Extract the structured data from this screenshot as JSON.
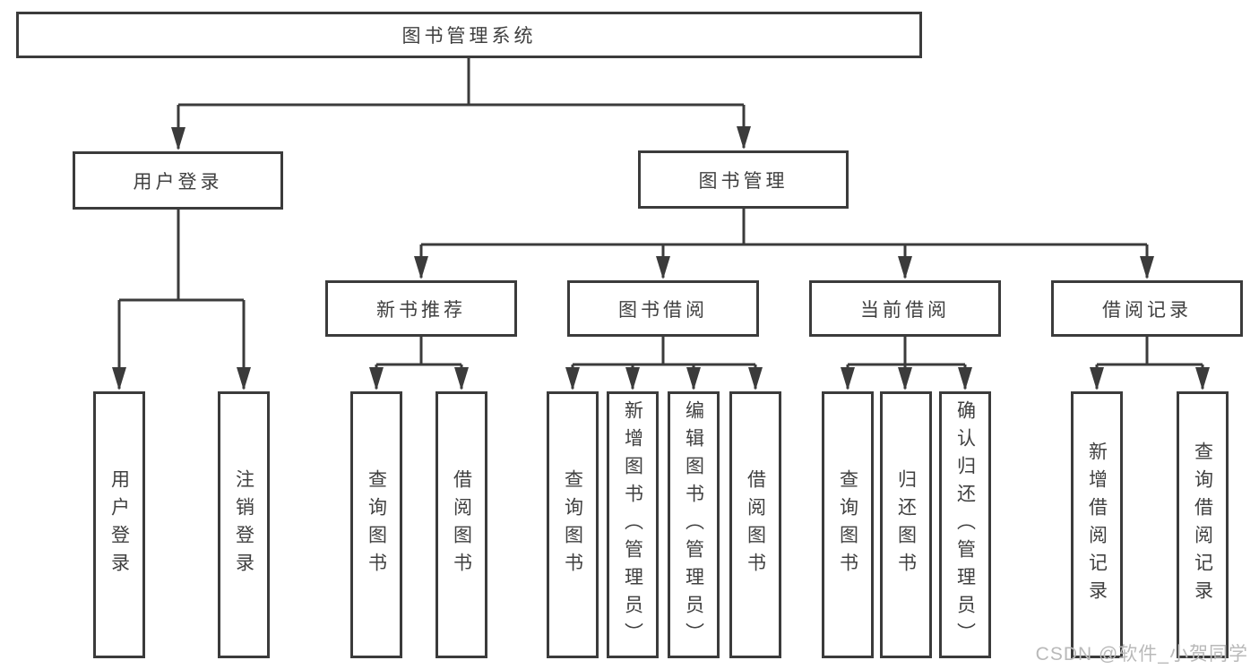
{
  "diagram_title": "图书管理系统",
  "tree": {
    "root": "图书管理系统",
    "branches": [
      {
        "label": "用户登录",
        "leaves": [
          "用户登录",
          "注销登录"
        ]
      },
      {
        "label": "图书管理",
        "groups": [
          {
            "label": "新书推荐",
            "leaves": [
              "查询图书",
              "借阅图书"
            ]
          },
          {
            "label": "图书借阅",
            "leaves": [
              "查询图书",
              "新增图书（管理员）",
              "编辑图书（管理员）",
              "借阅图书"
            ]
          },
          {
            "label": "当前借阅",
            "leaves": [
              "查询图书",
              "归还图书",
              "确认归还（管理员）"
            ]
          },
          {
            "label": "借阅记录",
            "leaves": [
              "新增借阅记录",
              "查询借阅记录"
            ]
          }
        ]
      }
    ]
  },
  "watermark": "CSDN @软件_小贺同学",
  "colors": {
    "line": "#3b3b3b",
    "box_border": "#3b3b3b",
    "text": "#404040",
    "watermark": "#b9b9b9",
    "background": "#ffffff"
  }
}
